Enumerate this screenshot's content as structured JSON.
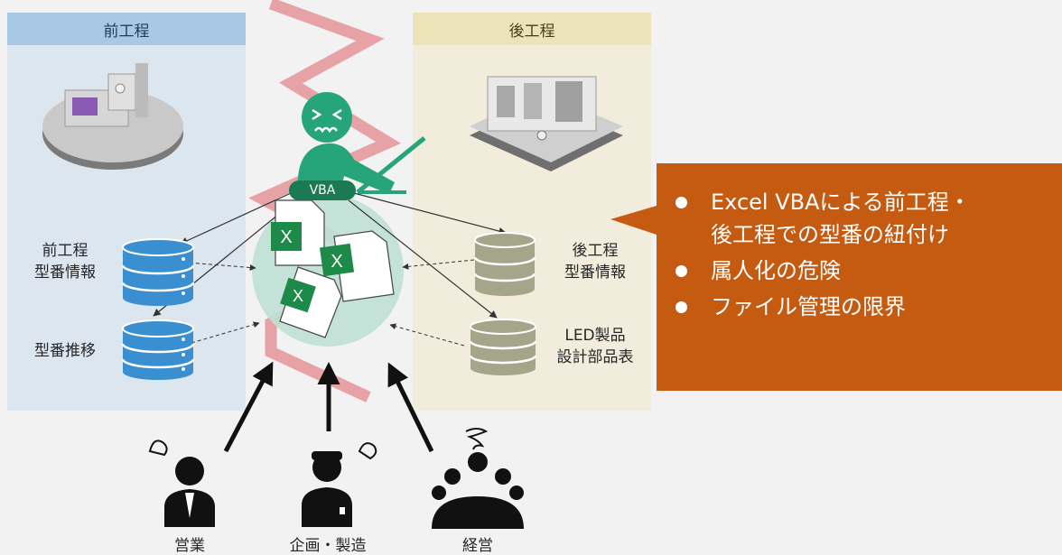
{
  "colors": {
    "front_panel": "#dbe6ef",
    "front_header": "#a9c8e3",
    "back_panel": "#f1ecdb",
    "back_header": "#ece3b9",
    "callout": "#c55a11",
    "db_blue": "#3a8fd1",
    "db_khaki": "#a5a58a",
    "excel_green": "#1e8a4a",
    "zigzag": "#e6a2a4"
  },
  "front_process": {
    "header": "前工程",
    "items": [
      {
        "label": "前工程\n型番情報"
      },
      {
        "label": "型番推移"
      }
    ]
  },
  "back_process": {
    "header": "後工程",
    "items": [
      {
        "label": "後工程\n型番情報"
      },
      {
        "label": "LED製品\n設計部品表"
      }
    ]
  },
  "center": {
    "badge": "VBA"
  },
  "callout": {
    "bullets": [
      "Excel VBAによる前工程・\n後工程での型番の紐付け",
      "属人化の危険",
      "ファイル管理の限界"
    ]
  },
  "stakeholders": [
    {
      "label": "営業"
    },
    {
      "label": "企画・製造"
    },
    {
      "label": "経営"
    }
  ]
}
